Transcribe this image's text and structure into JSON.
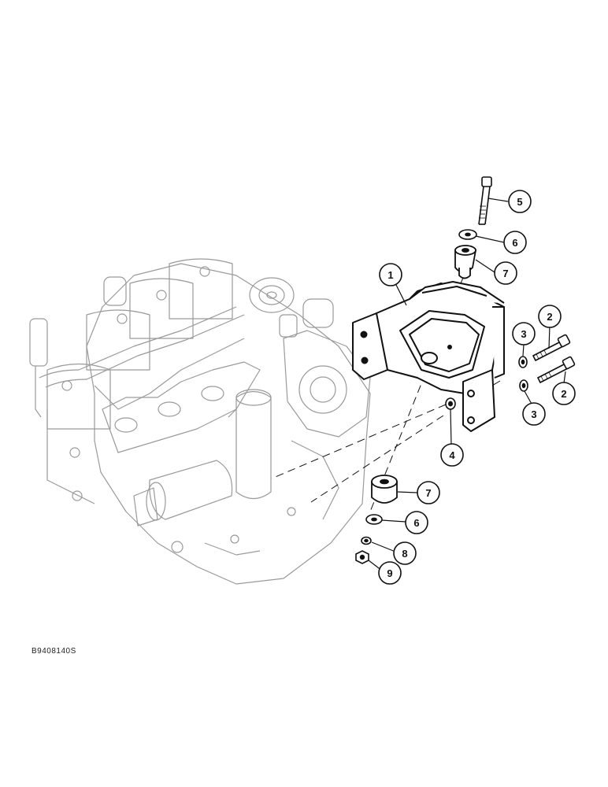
{
  "figure": {
    "code": "B9408140S"
  },
  "callouts": [
    {
      "id": "c5",
      "label": "5"
    },
    {
      "id": "c6a",
      "label": "6"
    },
    {
      "id": "c7a",
      "label": "7"
    },
    {
      "id": "c1",
      "label": "1"
    },
    {
      "id": "c2a",
      "label": "2"
    },
    {
      "id": "c3a",
      "label": "3"
    },
    {
      "id": "c2b",
      "label": "2"
    },
    {
      "id": "c3b",
      "label": "3"
    },
    {
      "id": "c4",
      "label": "4"
    },
    {
      "id": "c7b",
      "label": "7"
    },
    {
      "id": "c6b",
      "label": "6"
    },
    {
      "id": "c8",
      "label": "8"
    },
    {
      "id": "c9",
      "label": "9"
    }
  ]
}
